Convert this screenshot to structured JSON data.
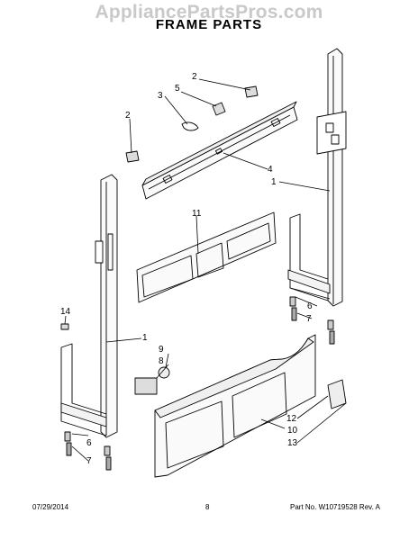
{
  "watermark": "AppliancePartsPros.com",
  "title": "FRAME PARTS",
  "callouts": {
    "c1": "1",
    "c1b": "1",
    "c2": "2",
    "c2b": "2",
    "c3": "3",
    "c4": "4",
    "c5": "5",
    "c6": "6",
    "c6b": "6",
    "c7": "7",
    "c7b": "7",
    "c8": "8",
    "c9": "9",
    "c10": "10",
    "c11": "11",
    "c12": "12",
    "c13": "13",
    "c14": "14"
  },
  "footer": {
    "date": "07/29/2014",
    "page": "8",
    "part": "Part No. W10719528 Rev. A"
  }
}
